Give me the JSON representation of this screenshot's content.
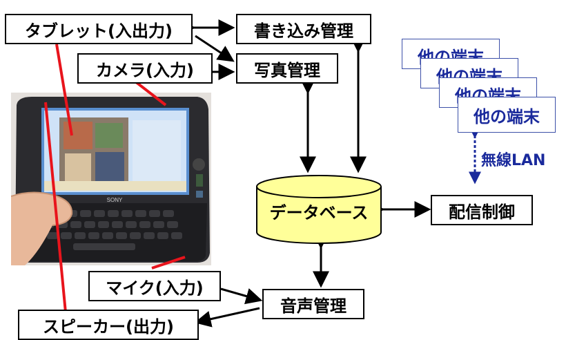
{
  "nodes": {
    "tablet": "タブレット(入出力)",
    "camera": "カメラ(入力)",
    "writing": "書き込み管理",
    "photo": "写真管理",
    "database": "データベース",
    "distribution": "配信制御",
    "mic": "マイク(入力)",
    "audio": "音声管理",
    "speaker": "スピーカー(出力)"
  },
  "terminals": [
    "他の端末",
    "他の端末",
    "他の端末",
    "他の端末"
  ],
  "wireless_label": "無線LAN",
  "device_brand": "SONY",
  "colors": {
    "database_fill": "#ffff99",
    "pointer_red": "#e8141c",
    "terminal_blue": "#1a2a9c",
    "arrow_black": "#000000"
  }
}
